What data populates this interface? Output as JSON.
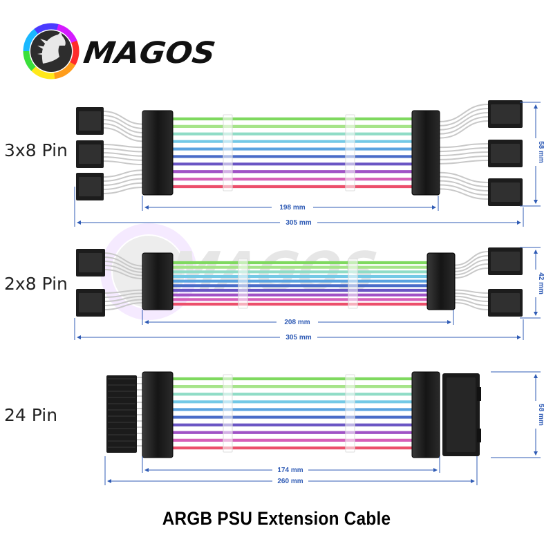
{
  "brand": {
    "name": "MAGOS",
    "logo": "horse-head-icon",
    "ring_colors": [
      "#ff2a2a",
      "#ff9c1a",
      "#ffe81a",
      "#3adf3a",
      "#1ab8ff",
      "#4a3aff",
      "#d41aff",
      "#ff2a2a"
    ]
  },
  "caption": "ARGB PSU Extension Cable",
  "wire_colors": [
    "#7fd95f",
    "#a6e489",
    "#8fdcc6",
    "#73c9e6",
    "#5aa3e0",
    "#4a6cc8",
    "#6a55c4",
    "#a052c6",
    "#d65fb8",
    "#ec4f6b"
  ],
  "cables": [
    {
      "id": "3x8",
      "label": "3x8 Pin",
      "inner_dim": "198 mm",
      "total_dim": "305 mm",
      "height_dim": "58 mm",
      "connectors": 3
    },
    {
      "id": "2x8",
      "label": "2x8 Pin",
      "inner_dim": "208 mm",
      "total_dim": "305 mm",
      "height_dim": "42 mm",
      "connectors": 2
    },
    {
      "id": "24",
      "label": "24 Pin",
      "inner_dim": "174 mm",
      "total_dim": "260 mm",
      "height_dim": "58 mm",
      "connectors": 1
    }
  ]
}
